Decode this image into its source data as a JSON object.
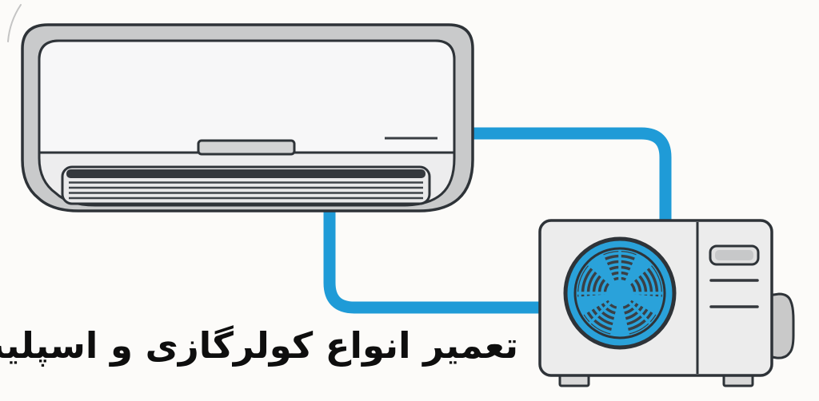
{
  "caption": {
    "text": "تعمیر انواع کولرگازی و اسپلیت"
  },
  "scene": {
    "components": [
      "indoor-split-unit-illustration",
      "outdoor-condenser-unit-illustration",
      "refrigerant-pipe-top",
      "refrigerant-pipe-bottom",
      "condenser-fan-icon"
    ]
  },
  "colors": {
    "background": "#fcfbf9",
    "outline": "#2e3338",
    "shell": "#c9cacb",
    "panel_top": "#f7f7f8",
    "panel_bottom": "#ededee",
    "louver_bg": "#e9e9ea",
    "louver_dark": "#34383d",
    "louver_line": "#3f4449",
    "button": "#d3d4d5",
    "outdoor_body": "#ececec",
    "vent_outer": "#e0e0e0",
    "vent_inner": "#c7c8c9",
    "foot": "#d8d8d8",
    "bracket": "#c9c9c9",
    "pipe_blue": "#1f9bd7",
    "fan_blue": "#2aa2da",
    "blade_dark": "#3a4046",
    "sketch": "#c4c4c4",
    "text": "#0e0e0e"
  }
}
